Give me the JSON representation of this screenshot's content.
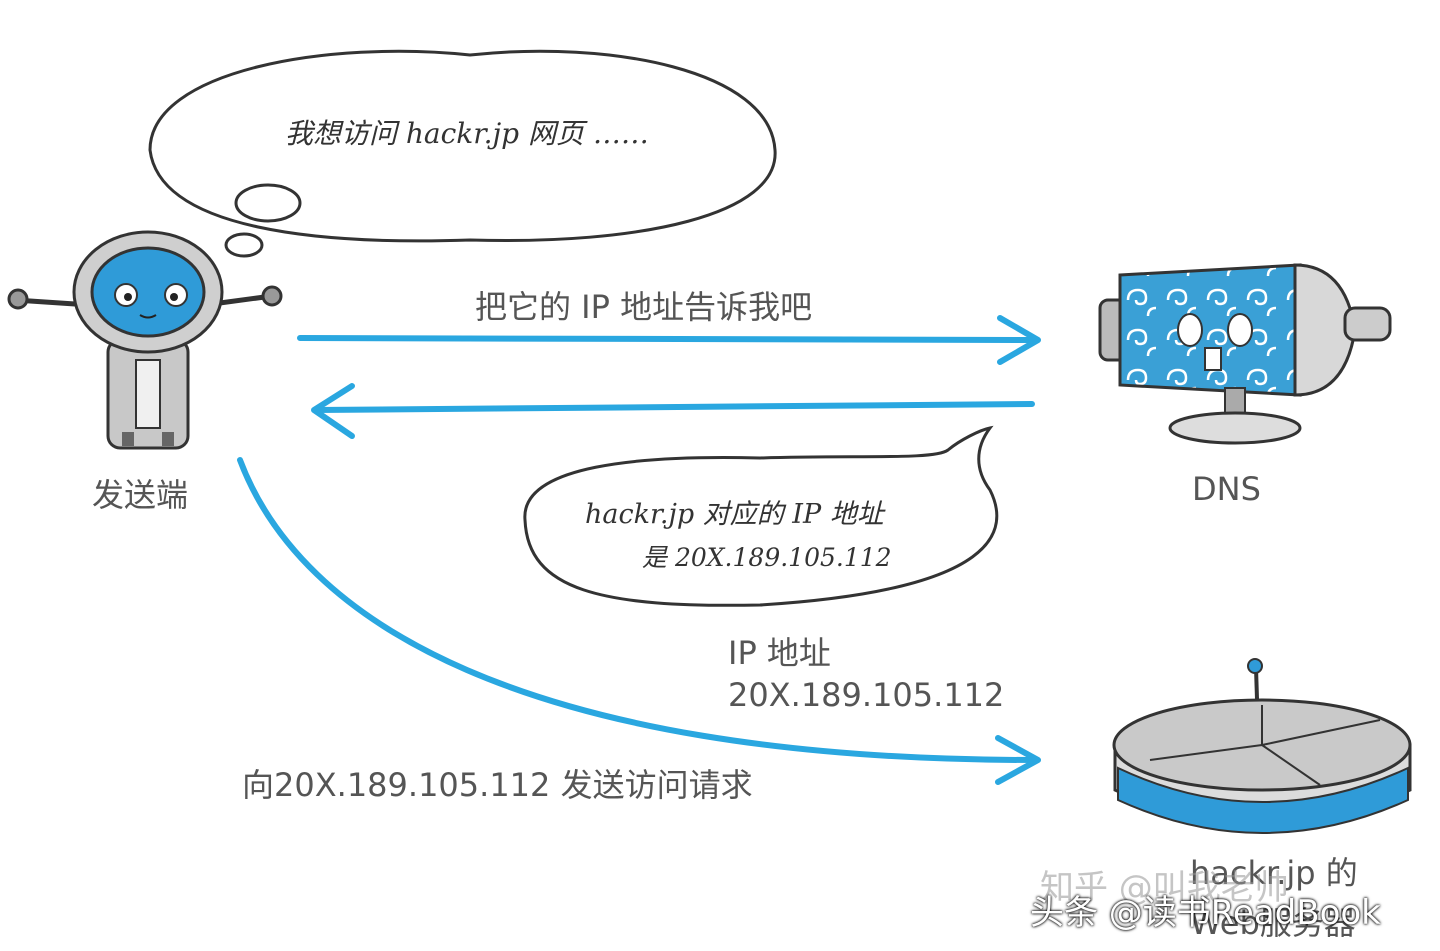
{
  "thought_bubble": {
    "text": "我想访问 hackr.jp 网页 ……"
  },
  "sender": {
    "label": "发送端"
  },
  "dns": {
    "label": "DNS"
  },
  "arrows": {
    "request_label": "把它的 IP 地址告诉我吧",
    "access_label": "向20X.189.105.112 发送访问请求"
  },
  "reply_bubble": {
    "line1": "hackr.jp 对应的 IP 地址",
    "line2": "是 20X.189.105.112"
  },
  "ip_note": {
    "line1": "IP 地址",
    "line2": "20X.189.105.112"
  },
  "web_server": {
    "line1": "hackr.jp 的",
    "line2": "Web服务器"
  },
  "watermarks": {
    "zhihu": "知乎 @叫我老帅",
    "toutiao": "头条 @读书ReadBook"
  },
  "colors": {
    "arrow": "#2aa7e0",
    "body_blue": "#2f9bd8",
    "outline": "#333333",
    "grey": "#d8d8d8"
  }
}
